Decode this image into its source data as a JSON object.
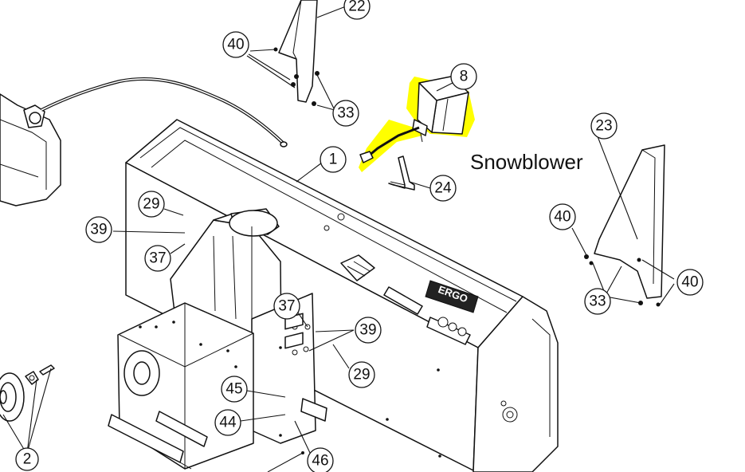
{
  "diagram": {
    "title": "Snowblower",
    "highlight_color": "#FFFF00",
    "brand_label": "ERGO",
    "callouts": [
      "22",
      "40",
      "33",
      "8",
      "1",
      "24",
      "23",
      "40",
      "29",
      "39",
      "37",
      "33",
      "40",
      "37",
      "39",
      "29",
      "45",
      "44",
      "46",
      "2"
    ]
  }
}
